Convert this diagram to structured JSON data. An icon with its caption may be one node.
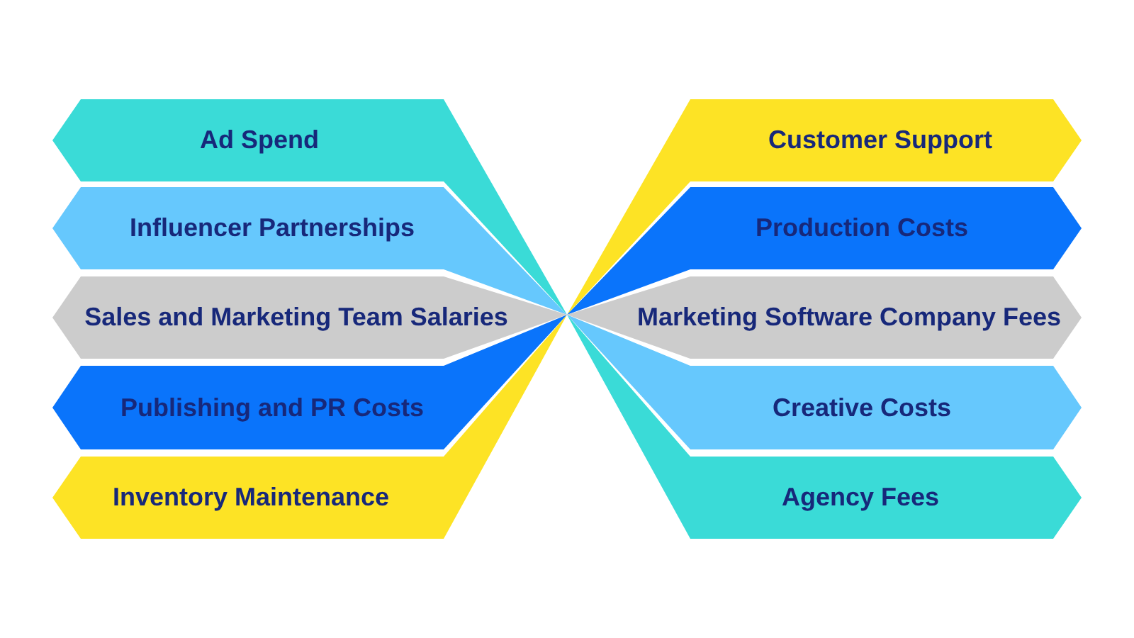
{
  "diagram": {
    "nodes": [
      {
        "text": [
          "Ad Spend"
        ]
      },
      {
        "text": [
          "Influencer Partnerships"
        ]
      },
      {
        "text": [
          "Sales and Marketing Team Salaries"
        ]
      },
      {
        "text": [
          "Publishing and PR Costs"
        ]
      },
      {
        "text": [
          "Inventory Maintenance"
        ]
      },
      {
        "text": [
          "Customer Support"
        ]
      },
      {
        "text": [
          "Production Costs"
        ]
      },
      {
        "text": [
          "Marketing Software Company Fees"
        ]
      },
      {
        "text": [
          "Creative Costs"
        ]
      },
      {
        "text": [
          "Agency Fees"
        ]
      }
    ]
  }
}
